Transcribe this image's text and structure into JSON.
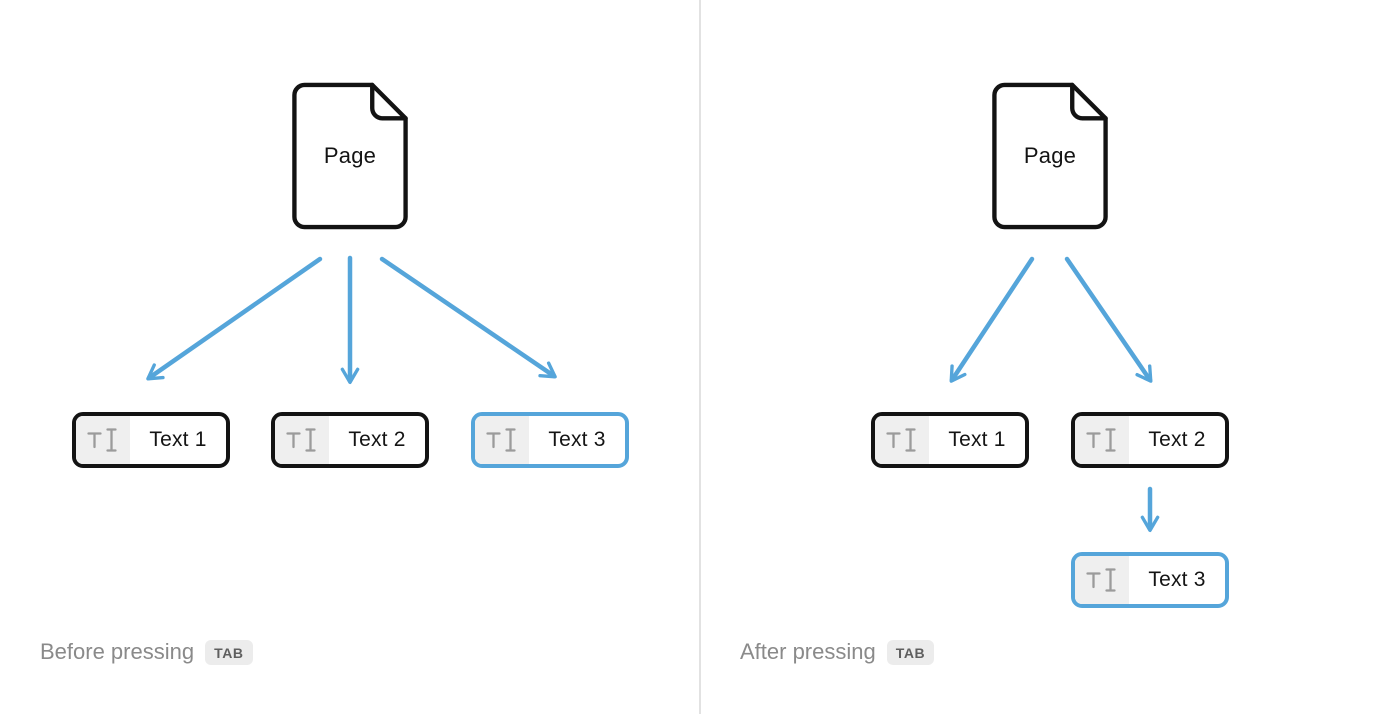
{
  "colors": {
    "background": "#FFFFFF",
    "accent_blue": "#55A5DA",
    "outline_black": "#131313",
    "icon_gray": "#9B9B9B",
    "icon_bg": "#EFEFEF",
    "caption_gray": "#8A8A8A",
    "badge_bg": "#ECECEC",
    "badge_text": "#5F5F5F",
    "divider_gray": "#E2E2E2"
  },
  "icons": {
    "page_icon": "page-document-icon (rounded page with folded top-right corner)",
    "block_icon": "text-cursor-icon (letter T with I-beam caret)"
  },
  "panels": [
    {
      "name": "before",
      "page_label": "Page",
      "blocks": [
        {
          "label": "Text 1",
          "highlighted": false
        },
        {
          "label": "Text 2",
          "highlighted": false
        },
        {
          "label": "Text 3",
          "highlighted": true
        }
      ],
      "caption": "Before pressing",
      "key_label": "TAB"
    },
    {
      "name": "after",
      "page_label": "Page",
      "blocks": [
        {
          "label": "Text 1",
          "highlighted": false
        },
        {
          "label": "Text 2",
          "highlighted": false
        },
        {
          "label": "Text 3",
          "highlighted": true
        }
      ],
      "caption": "After pressing",
      "key_label": "TAB"
    }
  ]
}
